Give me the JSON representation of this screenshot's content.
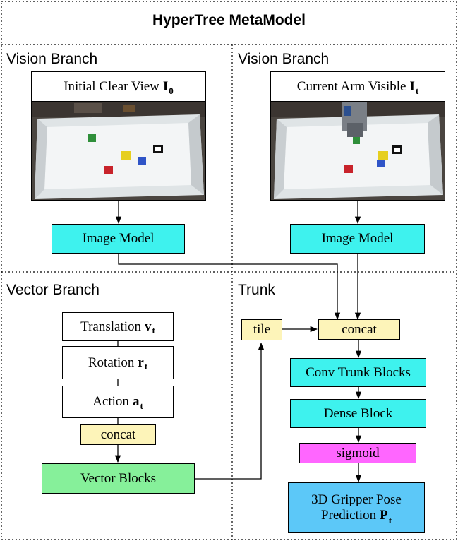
{
  "title": "HyperTree MetaModel",
  "sections": {
    "vision_left": "Vision Branch",
    "vision_right": "Vision Branch",
    "vector": "Vector Branch",
    "trunk": "Trunk"
  },
  "vision_left": {
    "caption": "Initial Clear View",
    "symbol": "I",
    "subscript": "0",
    "model": "Image Model"
  },
  "vision_right": {
    "caption": "Current Arm Visible",
    "symbol": "I",
    "subscript": "t",
    "model": "Image Model"
  },
  "vector": {
    "translation": {
      "label": "Translation",
      "symbol": "v",
      "subscript": "t"
    },
    "rotation": {
      "label": "Rotation",
      "symbol": "r",
      "subscript": "t"
    },
    "action": {
      "label": "Action",
      "symbol": "a",
      "subscript": "t"
    },
    "concat": "concat",
    "blocks": "Vector Blocks"
  },
  "trunk": {
    "tile": "tile",
    "concat": "concat",
    "conv_blocks": "Conv Trunk Blocks",
    "dense": "Dense Block",
    "sigmoid": "sigmoid",
    "output_line1": "3D Gripper Pose",
    "output_line2": "Prediction",
    "output_symbol": "P",
    "output_subscript": "t"
  },
  "colors": {
    "image_model": "#3ef2ee",
    "concat": "#fdf4b9",
    "vector_blocks": "#86f09a",
    "sigmoid": "#ff66ff",
    "output": "#5cc8f8"
  }
}
